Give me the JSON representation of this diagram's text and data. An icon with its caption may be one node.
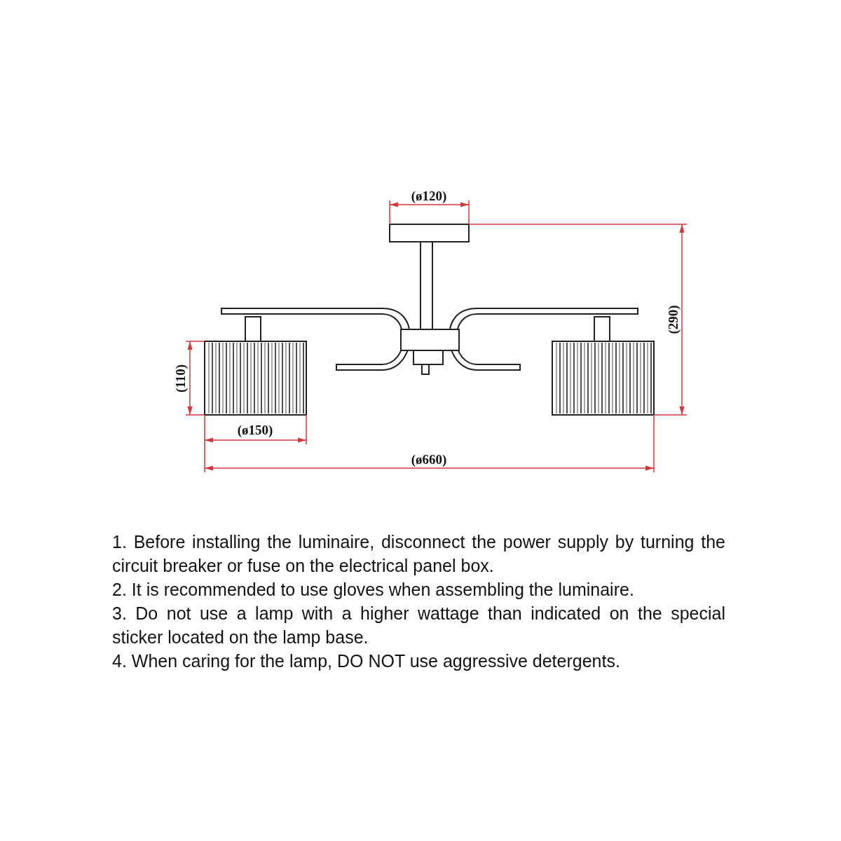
{
  "diagram": {
    "labels": [
      "(ø120)",
      "(290)",
      "(110)",
      "(ø150)",
      "(ø660)",
      "1. Before installing the luminaire, disconnect the power supply by turning the circuit breaker or fuse on the electrical panel box.",
      "2. It is recommended to use gloves when assembling the luminaire.",
      "3. Do not use a lamp with a higher wattage than indicated on the special sticker located on the lamp base.",
      "4. When caring for the lamp, DO NOT use aggressive detergents."
    ]
  }
}
